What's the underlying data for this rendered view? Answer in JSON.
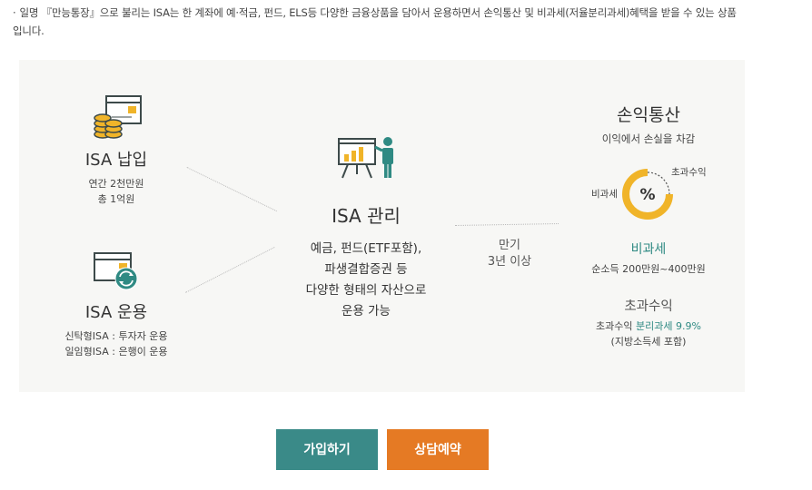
{
  "intro": {
    "bullet": "·",
    "text": "일명 『만능통장』으로 불리는 ISA는 한 계좌에 예·적금, 펀드, ELS등 다양한 금융상품을 담아서 운용하면서 손익통산 및 비과세(저율분리과세)혜택을 받을 수 있는 상품입니다."
  },
  "payment": {
    "title": "ISA 납입",
    "line1": "연간 2천만원",
    "line2": "총 1억원"
  },
  "operation": {
    "title": "ISA 운용",
    "line1": "신탁형ISA : 투자자 운용",
    "line2": "일임형ISA : 은행이 운용"
  },
  "management": {
    "title": "ISA 관리",
    "line1": "예금, 펀드(ETF포함),",
    "line2": "파생결합증권 등",
    "line3": "다양한 형태의 자산으로",
    "line4": "운용 가능"
  },
  "maturity": {
    "line1": "만기",
    "line2": "3년 이상"
  },
  "offset": {
    "title": "손익통산",
    "subtitle": "이익에서 손실을 차감",
    "donut_symbol": "%",
    "label_left": "비과세",
    "label_right": "초과수익",
    "taxfree_share": 0.75,
    "colors": {
      "main": "#f0b429",
      "accent": "#2f8a83"
    }
  },
  "taxfree": {
    "title": "비과세",
    "desc": "순소득 200만원~400만원"
  },
  "excess": {
    "title": "초과수익",
    "desc_prefix": "초과수익",
    "desc_highlight": "분리과세 9.9%",
    "desc_note": "(지방소득세 포함)"
  },
  "buttons": {
    "join": "가입하기",
    "consult": "상담예약"
  }
}
